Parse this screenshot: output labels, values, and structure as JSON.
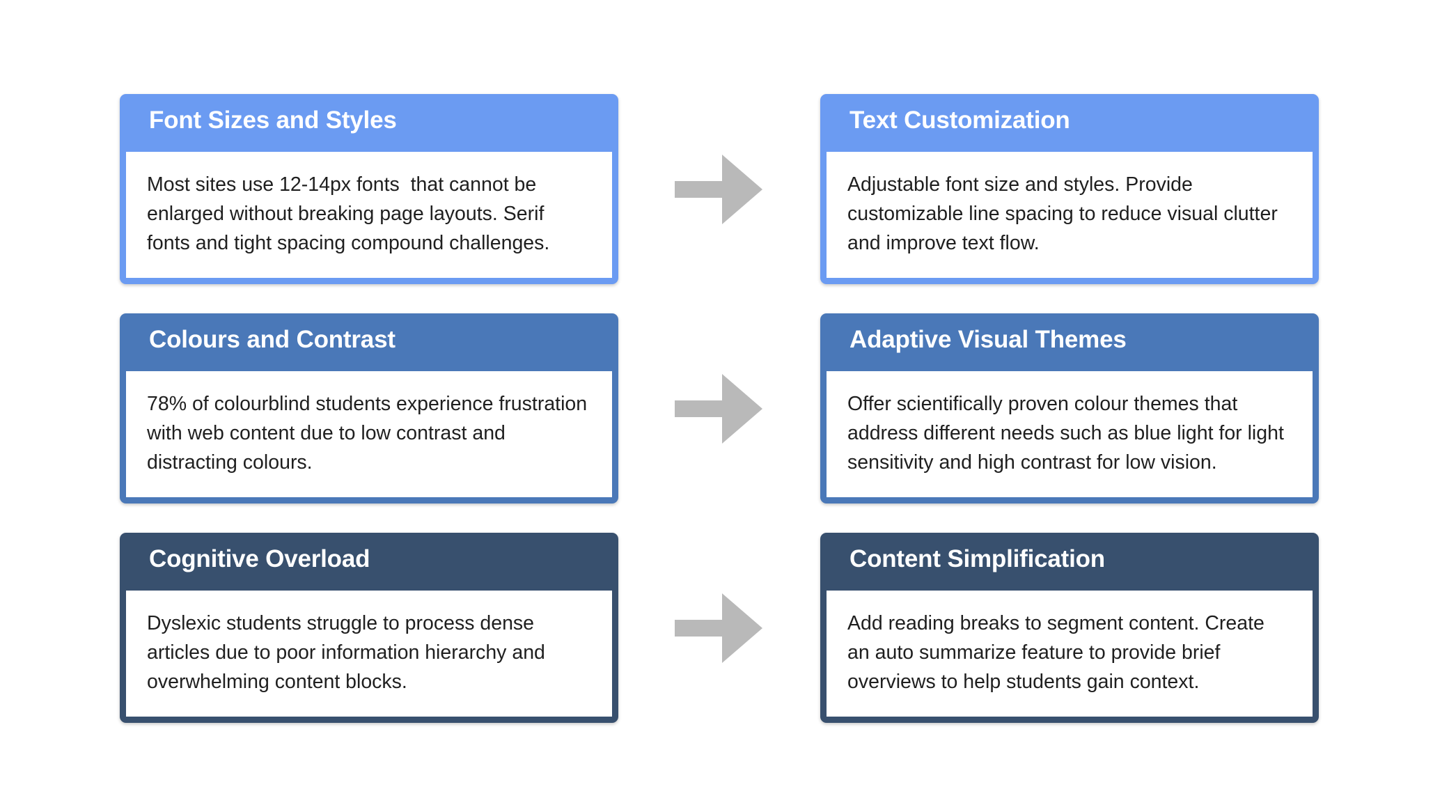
{
  "diagram": {
    "type": "problem-solution-flow",
    "layout": "3 rows, each: problem card -> arrow -> solution card",
    "arrow_icon": "right-arrow-icon",
    "arrow_color": "#b9b9b9",
    "background_color": "#ffffff",
    "rows": [
      {
        "accent_color": "#6b9bf2",
        "problem": {
          "title": "Font Sizes and Styles",
          "body": "Most sites use 12-14px fonts  that cannot be enlarged without breaking page layouts. Serif fonts and tight spacing compound challenges."
        },
        "solution": {
          "title": "Text Customization",
          "body": "Adjustable font size and styles. Provide customizable line spacing to reduce visual clutter and improve text flow."
        }
      },
      {
        "accent_color": "#4a78b8",
        "problem": {
          "title": "Colours and Contrast",
          "body": "78% of colourblind students experience frustration with web content due to low contrast and distracting colours."
        },
        "solution": {
          "title": "Adaptive Visual Themes",
          "body": "Offer scientifically proven colour themes that address different needs such as blue light for light sensitivity and high contrast for low vision."
        }
      },
      {
        "accent_color": "#38506e",
        "problem": {
          "title": "Cognitive Overload",
          "body": "Dyslexic students struggle to process dense articles due to poor information hierarchy and overwhelming content blocks."
        },
        "solution": {
          "title": "Content Simplification",
          "body": "Add reading breaks to segment content. Create an auto summarize feature to provide brief overviews to help students gain context."
        }
      }
    ]
  }
}
